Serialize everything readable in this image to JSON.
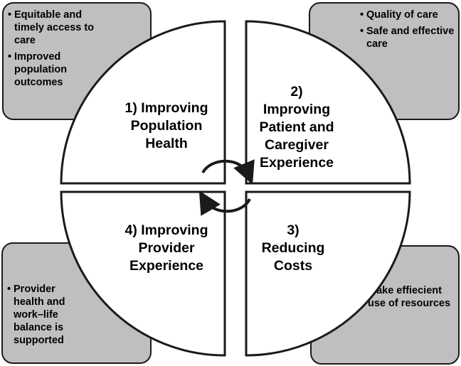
{
  "quadrants": [
    {
      "id": "population-health",
      "label_lines": [
        "1) Improving",
        "Population",
        "Health"
      ],
      "bullets": [
        "Equitable and timely access to care",
        "Improved population outcomes"
      ]
    },
    {
      "id": "patient-experience",
      "label_lines": [
        "2)",
        "Improving",
        "Patient and",
        "Caregiver",
        "Experience"
      ],
      "bullets": [
        "Quality of care",
        "Safe and effective care"
      ]
    },
    {
      "id": "reducing-costs",
      "label_lines": [
        "3)",
        "Reducing",
        "Costs"
      ],
      "bullets": [
        "Make effiecient use of resources"
      ]
    },
    {
      "id": "provider-experience",
      "label_lines": [
        "4) Improving",
        "Provider",
        "Experience"
      ],
      "bullets": [
        "Provider health and work–life balance is supported"
      ]
    }
  ],
  "colors": {
    "box_fill": "#bfbfbf",
    "quadrant_fill": "#ffffff",
    "stroke": "#1a1a1a"
  },
  "icons": {
    "center": "cycle-arrows-icon"
  }
}
